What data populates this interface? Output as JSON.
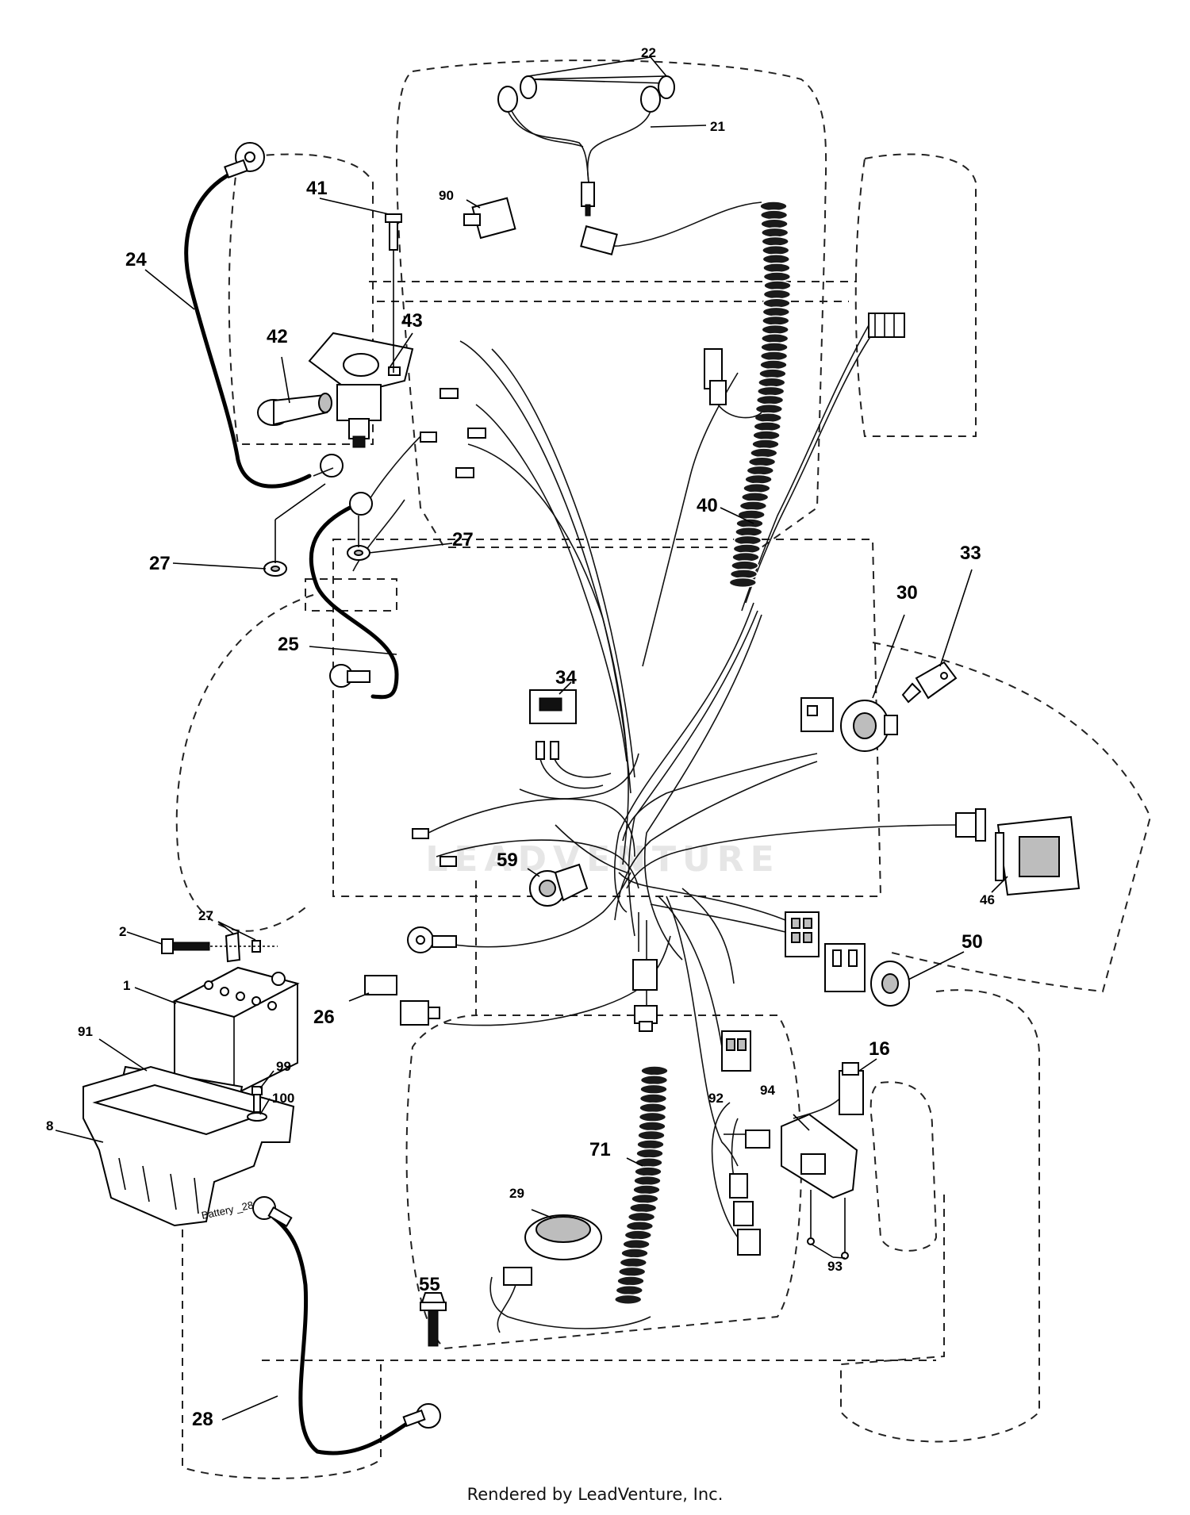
{
  "diagram": {
    "watermark": "LEADVENTURE",
    "battery_caption": "Battery _28",
    "footer": "Rendered by LeadVenture, Inc.",
    "callouts": [
      "22",
      "21",
      "90",
      "41",
      "24",
      "42",
      "43",
      "27",
      "27",
      "40",
      "33",
      "30",
      "25",
      "34",
      "59",
      "2",
      "27",
      "1",
      "91",
      "99",
      "100",
      "8",
      "26",
      "50",
      "16",
      "92",
      "94",
      "71",
      "29",
      "93",
      "55",
      "28",
      "46"
    ]
  }
}
